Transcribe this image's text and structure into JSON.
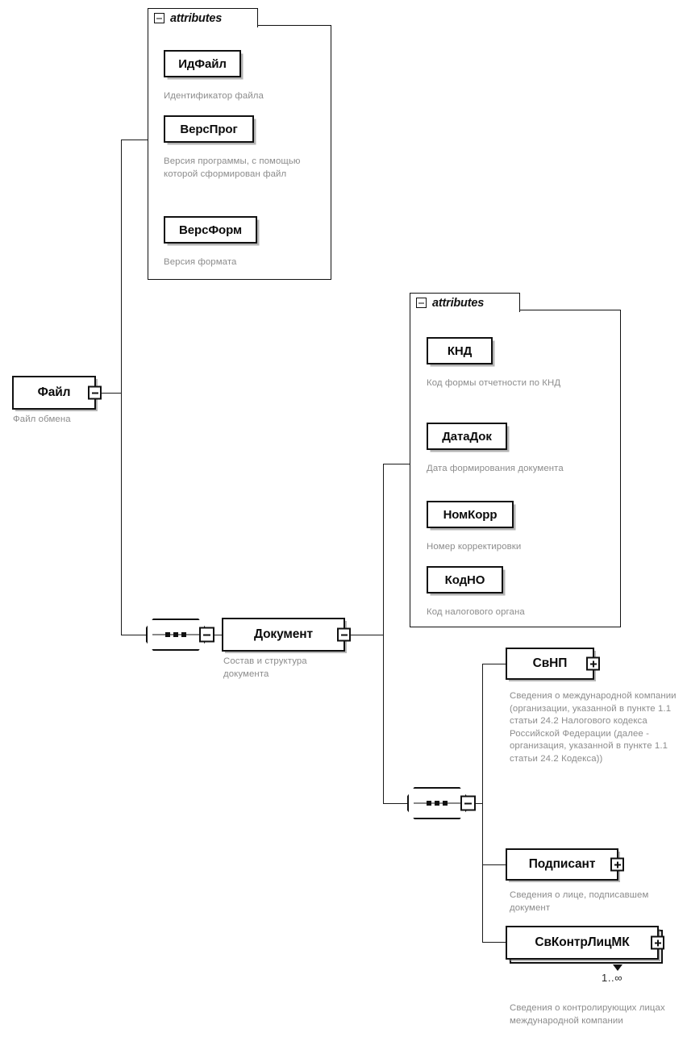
{
  "diagram": {
    "type": "xsd-schema-tree",
    "title": "Файл",
    "root": {
      "name": "Файл",
      "caption": "Файл обмена",
      "toggle": "minus"
    },
    "attributes_label": "attributes",
    "file_attributes": [
      {
        "name": "ИдФайл",
        "caption": "Идентификатор файла"
      },
      {
        "name": "ВерсПрог",
        "caption": "Версия программы, с помощью которой сформирован файл"
      },
      {
        "name": "ВерсФорм",
        "caption": "Версия формата"
      }
    ],
    "document": {
      "name": "Документ",
      "caption": "Состав и структура документа",
      "toggle": "minus"
    },
    "document_attributes": [
      {
        "name": "КНД",
        "caption": "Код формы отчетности по КНД"
      },
      {
        "name": "ДатаДок",
        "caption": "Дата формирования документа"
      },
      {
        "name": "НомКорр",
        "caption": "Номер корректировки"
      },
      {
        "name": "КодНО",
        "caption": "Код налогового органа"
      }
    ],
    "document_children": [
      {
        "name": "СвНП",
        "toggle": "plus",
        "caption": "Сведения о международной компании (организации, указанной в пункте 1.1 статьи 24.2 Налогового кодекса Российской Федерации (далее - организация, указанной в пункте 1.1 статьи 24.2 Кодекса))",
        "cardinality": "",
        "repeating": false
      },
      {
        "name": "Подписант",
        "toggle": "plus",
        "caption": "Сведения о лице, подписавшем документ",
        "cardinality": "",
        "repeating": false
      },
      {
        "name": "СвКонтрЛицМК",
        "toggle": "plus",
        "caption": "Сведения о контролирующих лицах международной компании",
        "cardinality": "1..∞",
        "repeating": true
      }
    ],
    "colors": {
      "line": "#1a1a1a",
      "border": "#111111",
      "caption": "#8c8c8c",
      "background": "#ffffff"
    }
  }
}
